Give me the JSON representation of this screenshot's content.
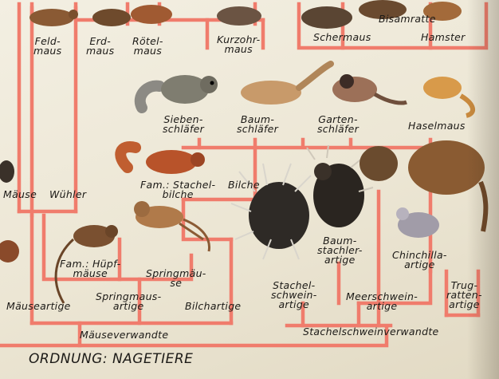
{
  "labels": {
    "feldmaus": "Feld-\nmaus",
    "erdmaus": "Erd-\nmaus",
    "roetelmaus": "Rötel-\nmaus",
    "kurzohrmaus": "Kurzohr-\nmaus",
    "schermaus": "Schermaus",
    "bisamratte": "Bisamratte",
    "hamster": "Hamster",
    "siebenschlaefer": "Sieben-\nschläfer",
    "baumschlaefer": "Baum-\nschläfer",
    "gartenschlaefer": "Garten-\nschläfer",
    "haselmaus": "Haselmaus",
    "maeuse": "Mäuse",
    "wuehler": "Wühler",
    "stachelbilche": "Fam.: Stachel-\nbilche",
    "bilche": "Bilche",
    "huepfmaeuse": "Fam.: Hüpf-\nmäuse",
    "springmaeuse": "Springmäu-\nse",
    "baumstachlerartige": "Baum-\nstachler-\nartige",
    "chinchillaartige": "Chinchilla-\nartige",
    "stachelschweinartige": "Stachel-\nschwein-\nartige",
    "meerschweinartige": "Meerschwein-\nartige",
    "trugrattenartige": "Trug-\nratten-\nartige",
    "maeuseartige": "Mäuseartige",
    "springmausartige": "Springmaus-\nartige",
    "bilchartige": "Bilchartige",
    "maeuseverwandte": "Mäuseverwandte",
    "stachelschweinverwandte": "Stachelschweinverwandte"
  },
  "title": "ORDNUNG: NAGETIERE",
  "colors": {
    "line": "#f07c6c",
    "fur_brown": "#8a5a34",
    "fur_red": "#b8532a",
    "fur_dark": "#3a3129",
    "fur_grey": "#8c8a84"
  }
}
